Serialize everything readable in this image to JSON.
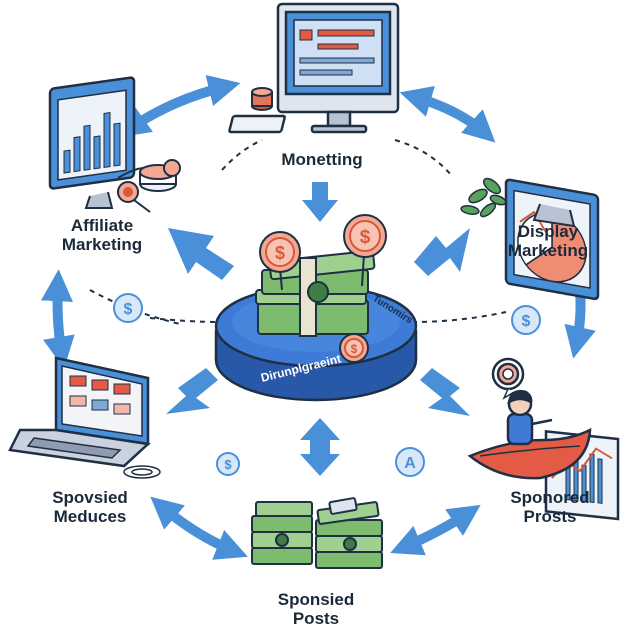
{
  "colors": {
    "arrow": "#4a90d9",
    "platform": "#3d7bd6",
    "platform_dark": "#2759a8",
    "cash": "#7dbb6e",
    "cash_dark": "#3f7d45",
    "coin": "#f2a892",
    "coin_dark": "#d65a3a",
    "outline": "#1f2f44",
    "label": "#1b2a3a"
  },
  "center": {
    "platform_text_front": "Dirunplgraeint",
    "platform_text_side": "Tunomirs",
    "coin_symbol": "$"
  },
  "nodes": {
    "top": {
      "line1": "Monetting",
      "icon": "desktop-computer-icon"
    },
    "left": {
      "line1": "Affiliate",
      "line2": "Marketing",
      "icon": "monitor-chart-icon"
    },
    "right": {
      "line1": "Display",
      "line2": "Marketing",
      "icon": "monitor-pie-icon"
    },
    "bottom_left": {
      "line1": "Spovsied",
      "line2": "Meduces",
      "icon": "laptop-icon"
    },
    "bottom_right": {
      "line1": "Sponored",
      "line2": "Prosts",
      "icon": "person-boat-icon"
    },
    "bottom": {
      "line1": "Sponsied",
      "line2": "Posts",
      "icon": "cash-stack-icon"
    }
  },
  "floating_coins": {
    "left": "$",
    "right": "$",
    "bottom_left": "$",
    "bottom_right": "A"
  }
}
